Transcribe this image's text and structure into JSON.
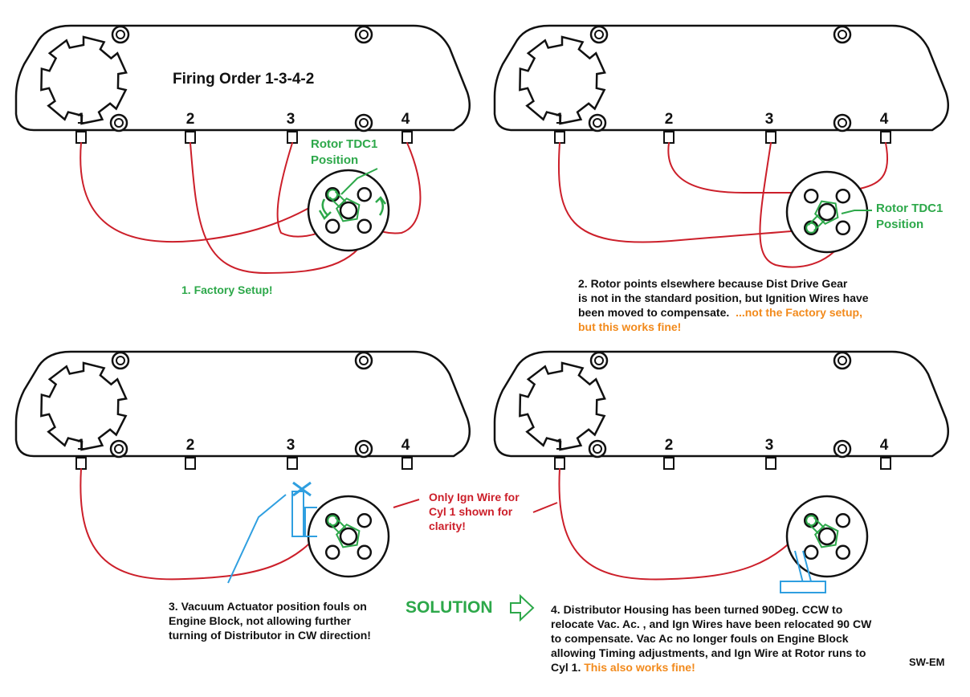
{
  "colors": {
    "outline": "#111111",
    "wire": "#cc1f2a",
    "rotor": "#2da84a",
    "actuator": "#2f9fe0",
    "orange": "#f28a1c",
    "solution": "#2da84a"
  },
  "title": "Firing Order 1-3-4-2",
  "cylinder_labels": [
    "1",
    "2",
    "3",
    "4"
  ],
  "panel1": {
    "rotor_label_line1": "Rotor TDC1",
    "rotor_label_line2": "Position",
    "caption": "1.  Factory Setup!"
  },
  "panel2": {
    "rotor_label_line1": "Rotor TDC1",
    "rotor_label_line2": "Position",
    "caption_line1": "2.  Rotor points elsewhere because Dist Drive Gear",
    "caption_line2": "is not in the standard position, but Ignition Wires have",
    "caption_line3": "been moved to compensate.",
    "caption_orange1": "...not the Factory setup,",
    "caption_orange2": "but this works fine!"
  },
  "panel3": {
    "caption_line1": "3.  Vacuum Actuator position fouls on",
    "caption_line2": "Engine Block, not allowing further",
    "caption_line3": "turning of Distributor in CW direction!"
  },
  "note": {
    "line1": "Only Ign Wire for",
    "line2": "Cyl 1 shown for",
    "line3": "clarity!"
  },
  "solution_label": "SOLUTION",
  "panel4": {
    "caption_line1": "4.  Distributor Housing has been turned 90Deg. CCW to",
    "caption_line2": "relocate Vac. Ac. , and Ign Wires have been relocated 90 CW",
    "caption_line3": "to compensate.  Vac Ac no longer fouls on Engine Block",
    "caption_line4": "allowing Timing adjustments, and Ign Wire at Rotor runs to",
    "caption_line5": "Cyl 1.",
    "caption_orange": "This also works fine!"
  },
  "signature": "SW-EM"
}
